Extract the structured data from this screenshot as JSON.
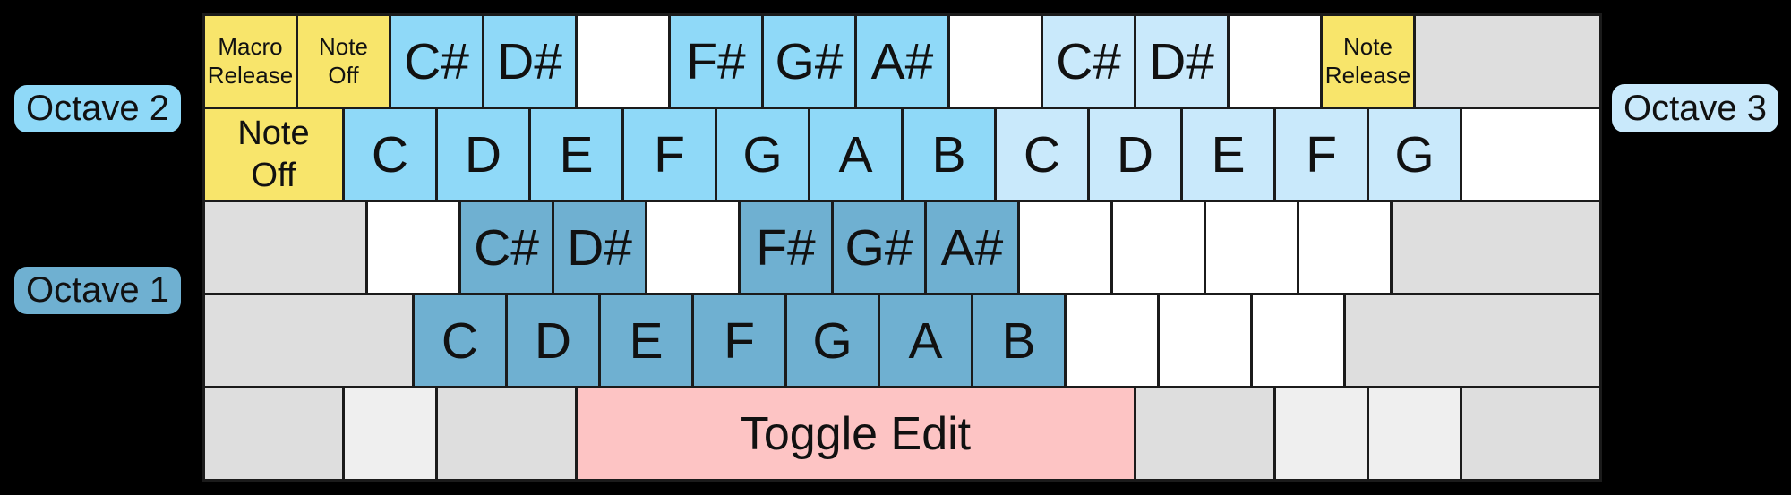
{
  "legend": {
    "octave2": {
      "label": "Octave 2"
    },
    "octave1": {
      "label": "Octave 1"
    },
    "octave3": {
      "label": "Octave 3"
    }
  },
  "colors": {
    "background": "#000000",
    "key_border": "#1B1B1B",
    "text": "#111111",
    "octave1": "#6FB0D1",
    "octave2": "#8FD9F8",
    "octave3": "#C9E9FB",
    "yellow": "#F8E56B",
    "pink": "#FDC4C4",
    "gray": "#DEDEDE",
    "gray_light": "#EFEFEF",
    "white": "#FFFFFF"
  },
  "keyboard": {
    "rows": [
      {
        "keys": [
          {
            "name": "key-macro-release",
            "label": "Macro\nRelease",
            "w": 1,
            "color": "yellow",
            "text": "small"
          },
          {
            "name": "key-note-off",
            "label": "Note\nOff",
            "w": 1,
            "color": "yellow",
            "text": "small"
          },
          {
            "name": "key-note-c-sharp",
            "label": "C#",
            "w": 1,
            "color": "octave2",
            "text": "large"
          },
          {
            "name": "key-note-d-sharp",
            "label": "D#",
            "w": 1,
            "color": "octave2",
            "text": "large"
          },
          {
            "name": "key-blank",
            "label": "",
            "w": 1,
            "color": "white",
            "text": "large"
          },
          {
            "name": "key-note-f-sharp",
            "label": "F#",
            "w": 1,
            "color": "octave2",
            "text": "large"
          },
          {
            "name": "key-note-g-sharp",
            "label": "G#",
            "w": 1,
            "color": "octave2",
            "text": "large"
          },
          {
            "name": "key-note-a-sharp",
            "label": "A#",
            "w": 1,
            "color": "octave2",
            "text": "large"
          },
          {
            "name": "key-blank",
            "label": "",
            "w": 1,
            "color": "white",
            "text": "large"
          },
          {
            "name": "key-note-c-sharp",
            "label": "C#",
            "w": 1,
            "color": "octave3",
            "text": "large"
          },
          {
            "name": "key-note-d-sharp",
            "label": "D#",
            "w": 1,
            "color": "octave3",
            "text": "large"
          },
          {
            "name": "key-blank",
            "label": "",
            "w": 1,
            "color": "white",
            "text": "large"
          },
          {
            "name": "key-note-release",
            "label": "Note\nRelease",
            "w": 1,
            "color": "yellow",
            "text": "small"
          },
          {
            "name": "key-modifier",
            "label": "",
            "w": 2,
            "color": "gray",
            "text": "large"
          }
        ]
      },
      {
        "keys": [
          {
            "name": "key-note-off",
            "label": "Note\nOff",
            "w": 1.5,
            "color": "yellow",
            "text": "med"
          },
          {
            "name": "key-note-c",
            "label": "C",
            "w": 1,
            "color": "octave2",
            "text": "large"
          },
          {
            "name": "key-note-d",
            "label": "D",
            "w": 1,
            "color": "octave2",
            "text": "large"
          },
          {
            "name": "key-note-e",
            "label": "E",
            "w": 1,
            "color": "octave2",
            "text": "large"
          },
          {
            "name": "key-note-f",
            "label": "F",
            "w": 1,
            "color": "octave2",
            "text": "large"
          },
          {
            "name": "key-note-g",
            "label": "G",
            "w": 1,
            "color": "octave2",
            "text": "large"
          },
          {
            "name": "key-note-a",
            "label": "A",
            "w": 1,
            "color": "octave2",
            "text": "large"
          },
          {
            "name": "key-note-b",
            "label": "B",
            "w": 1,
            "color": "octave2",
            "text": "large"
          },
          {
            "name": "key-note-c",
            "label": "C",
            "w": 1,
            "color": "octave3",
            "text": "large"
          },
          {
            "name": "key-note-d",
            "label": "D",
            "w": 1,
            "color": "octave3",
            "text": "large"
          },
          {
            "name": "key-note-e",
            "label": "E",
            "w": 1,
            "color": "octave3",
            "text": "large"
          },
          {
            "name": "key-note-f",
            "label": "F",
            "w": 1,
            "color": "octave3",
            "text": "large"
          },
          {
            "name": "key-note-g",
            "label": "G",
            "w": 1,
            "color": "octave3",
            "text": "large"
          },
          {
            "name": "key-blank",
            "label": "",
            "w": 1.5,
            "color": "white",
            "text": "large"
          }
        ]
      },
      {
        "keys": [
          {
            "name": "key-modifier",
            "label": "",
            "w": 1.75,
            "color": "gray",
            "text": "large"
          },
          {
            "name": "key-blank",
            "label": "",
            "w": 1,
            "color": "white",
            "text": "large"
          },
          {
            "name": "key-note-c-sharp",
            "label": "C#",
            "w": 1,
            "color": "octave1",
            "text": "large"
          },
          {
            "name": "key-note-d-sharp",
            "label": "D#",
            "w": 1,
            "color": "octave1",
            "text": "large"
          },
          {
            "name": "key-blank",
            "label": "",
            "w": 1,
            "color": "white",
            "text": "large"
          },
          {
            "name": "key-note-f-sharp",
            "label": "F#",
            "w": 1,
            "color": "octave1",
            "text": "large"
          },
          {
            "name": "key-note-g-sharp",
            "label": "G#",
            "w": 1,
            "color": "octave1",
            "text": "large"
          },
          {
            "name": "key-note-a-sharp",
            "label": "A#",
            "w": 1,
            "color": "octave1",
            "text": "large"
          },
          {
            "name": "key-blank",
            "label": "",
            "w": 1,
            "color": "white",
            "text": "large"
          },
          {
            "name": "key-blank",
            "label": "",
            "w": 1,
            "color": "white",
            "text": "large"
          },
          {
            "name": "key-blank",
            "label": "",
            "w": 1,
            "color": "white",
            "text": "large"
          },
          {
            "name": "key-blank",
            "label": "",
            "w": 1,
            "color": "white",
            "text": "large"
          },
          {
            "name": "key-modifier",
            "label": "",
            "w": 2.25,
            "color": "gray",
            "text": "large"
          }
        ]
      },
      {
        "keys": [
          {
            "name": "key-modifier",
            "label": "",
            "w": 2.25,
            "color": "gray",
            "text": "large"
          },
          {
            "name": "key-note-c",
            "label": "C",
            "w": 1,
            "color": "octave1",
            "text": "large"
          },
          {
            "name": "key-note-d",
            "label": "D",
            "w": 1,
            "color": "octave1",
            "text": "large"
          },
          {
            "name": "key-note-e",
            "label": "E",
            "w": 1,
            "color": "octave1",
            "text": "large"
          },
          {
            "name": "key-note-f",
            "label": "F",
            "w": 1,
            "color": "octave1",
            "text": "large"
          },
          {
            "name": "key-note-g",
            "label": "G",
            "w": 1,
            "color": "octave1",
            "text": "large"
          },
          {
            "name": "key-note-a",
            "label": "A",
            "w": 1,
            "color": "octave1",
            "text": "large"
          },
          {
            "name": "key-note-b",
            "label": "B",
            "w": 1,
            "color": "octave1",
            "text": "large"
          },
          {
            "name": "key-blank",
            "label": "",
            "w": 1,
            "color": "white",
            "text": "large"
          },
          {
            "name": "key-blank",
            "label": "",
            "w": 1,
            "color": "white",
            "text": "large"
          },
          {
            "name": "key-blank",
            "label": "",
            "w": 1,
            "color": "white",
            "text": "large"
          },
          {
            "name": "key-modifier",
            "label": "",
            "w": 2.75,
            "color": "gray",
            "text": "large"
          }
        ]
      },
      {
        "keys": [
          {
            "name": "key-modifier",
            "label": "",
            "w": 1.5,
            "color": "gray",
            "text": "large"
          },
          {
            "name": "key-modifier-light",
            "label": "",
            "w": 1,
            "color": "gray_light",
            "text": "large"
          },
          {
            "name": "key-modifier",
            "label": "",
            "w": 1.5,
            "color": "gray",
            "text": "large"
          },
          {
            "name": "key-toggle-edit",
            "label": "Toggle Edit",
            "w": 6,
            "color": "pink",
            "text": "toggle"
          },
          {
            "name": "key-modifier",
            "label": "",
            "w": 1.5,
            "color": "gray",
            "text": "large"
          },
          {
            "name": "key-modifier-light",
            "label": "",
            "w": 1,
            "color": "gray_light",
            "text": "large"
          },
          {
            "name": "key-modifier-light",
            "label": "",
            "w": 1,
            "color": "gray_light",
            "text": "large"
          },
          {
            "name": "key-modifier",
            "label": "",
            "w": 1.5,
            "color": "gray",
            "text": "large"
          }
        ]
      }
    ]
  }
}
